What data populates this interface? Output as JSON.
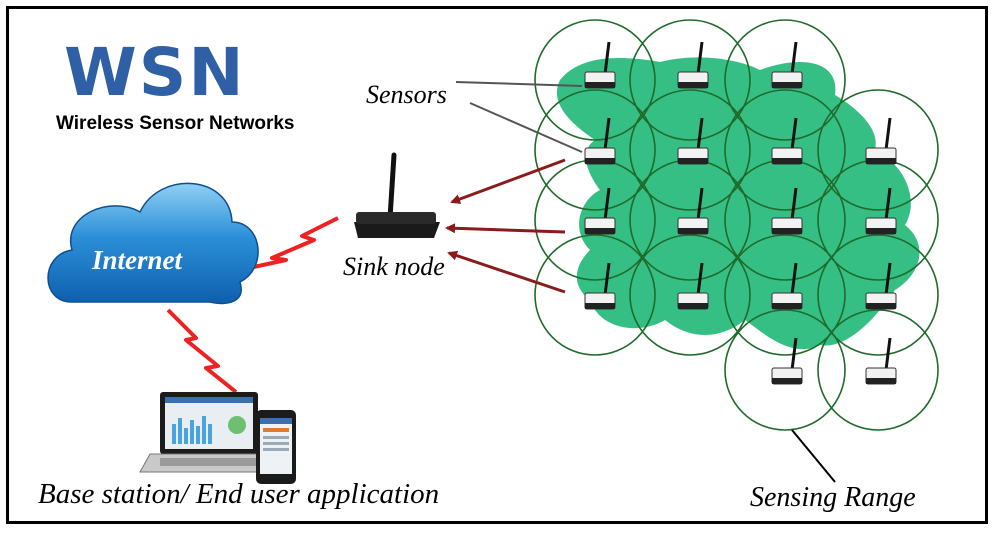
{
  "header": {
    "title": "WSN",
    "subtitle": "Wireless Sensor Networks"
  },
  "labels": {
    "sensors": "Sensors",
    "sink_node": "Sink node",
    "internet": "Internet",
    "base_station": "Base station/ End user application",
    "sensing_range": "Sensing Range"
  },
  "colors": {
    "wsn_blue": "#2f5fa5",
    "coverage_green": "#2bbc7e",
    "range_circle": "#1f6b2a",
    "arrow": "#8b1a1a",
    "lightning": "#ee2222",
    "cloud": "#1f7ac7"
  },
  "icons": {
    "cloud": "cloud-icon",
    "sink": "router-icon",
    "sensor": "sensor-node-icon",
    "laptop": "laptop-icon",
    "phone": "smartphone-icon",
    "wireless_link": "lightning-icon"
  }
}
